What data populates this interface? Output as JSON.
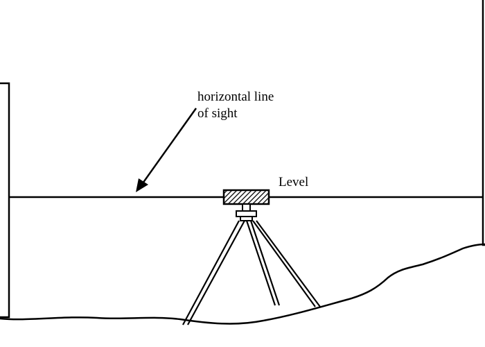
{
  "labels": {
    "line_of_sight": [
      "horizontal line",
      "of sight"
    ],
    "level": "Level"
  },
  "colors": {
    "ink": "#000000",
    "background": "#ffffff"
  },
  "icons": {
    "level_instrument": "level-instrument-icon",
    "tripod": "tripod-icon",
    "arrow": "arrow-icon"
  }
}
